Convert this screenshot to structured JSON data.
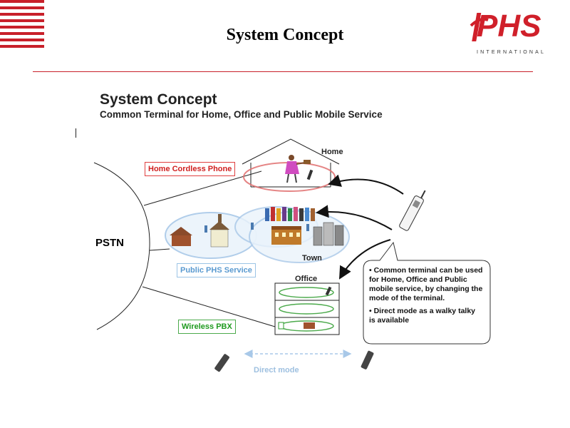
{
  "slide": {
    "title": "System Concept"
  },
  "logo": {
    "text": "PHS",
    "subtext": "INTERNATIONAL"
  },
  "diagram": {
    "title": "System Concept",
    "subtitle": "Common Terminal for Home, Office and Public Mobile Service",
    "pstn_label": "PSTN",
    "home_label": "Home",
    "town_label": "Town",
    "office_label": "Office",
    "home_cordless_label": "Home Cordless Phone",
    "public_phs_label": "Public PHS Service",
    "wireless_pbx_label": "Wireless PBX",
    "direct_mode_label": "Direct mode",
    "callout": {
      "point1": "•  Common terminal can be used for Home, Office and Public mobile service, by changing the mode of the terminal.",
      "point2": "• Direct mode as a walky talky is available"
    }
  },
  "colors": {
    "brand_red": "#c8202a",
    "home_red": "#e04040",
    "public_blue": "#9cc4e6",
    "pbx_green": "#4caa4c"
  }
}
